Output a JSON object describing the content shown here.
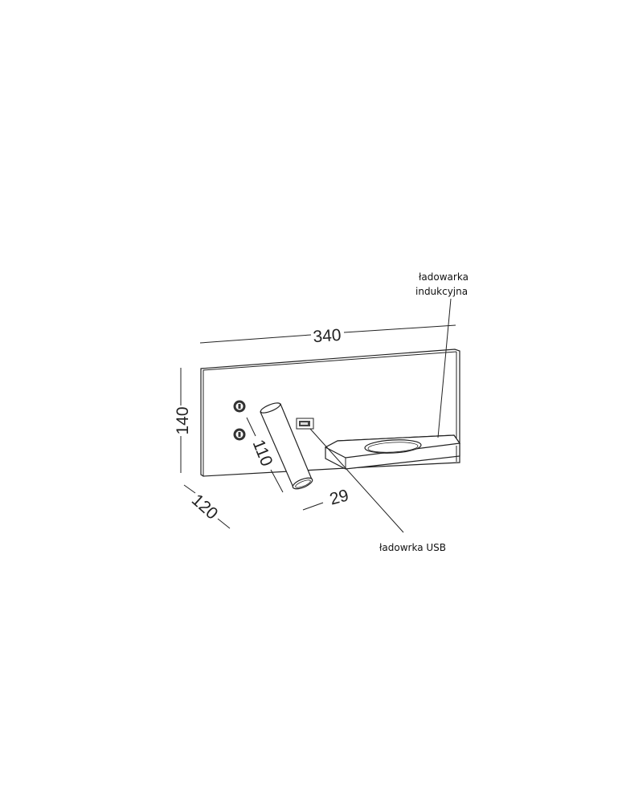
{
  "dimensions": {
    "width": "340",
    "height": "140",
    "depth": "120",
    "arm_length": "110",
    "arm_diameter": "29"
  },
  "labels": {
    "induction_charger_line1": "ładowarka",
    "induction_charger_line2": "indukcyjna",
    "usb_charger": "ładowrka USB"
  }
}
